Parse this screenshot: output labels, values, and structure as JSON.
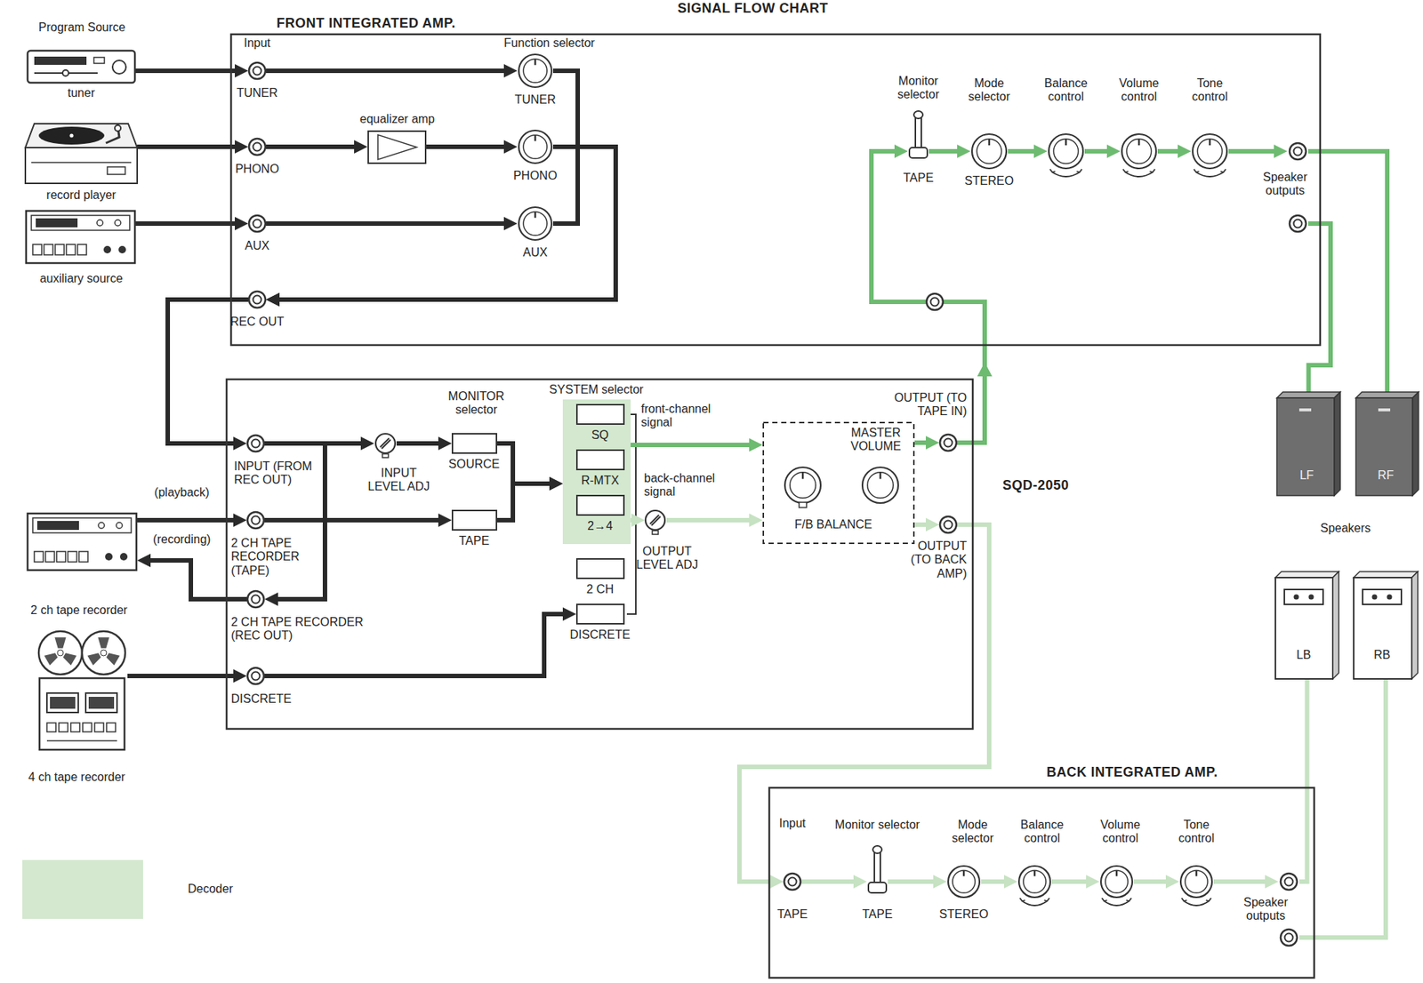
{
  "diagram": {
    "title": "SIGNAL FLOW CHART",
    "nodes": [
      {
        "text": [
          "tuner"
        ]
      },
      {
        "text": [
          "record player"
        ]
      },
      {
        "text": [
          "auxiliary source"
        ]
      },
      {
        "text": [
          "FRONT INTEGRATED AMP."
        ]
      },
      {
        "text": [
          "TUNER"
        ],
        "in": 3
      },
      {
        "text": [
          "PHONO"
        ],
        "in": 3
      },
      {
        "text": [
          "AUX"
        ],
        "in": 3
      },
      {
        "text": [
          "REC OUT"
        ],
        "in": 3
      },
      {
        "text": [
          "equalizer amp"
        ],
        "in": 3
      },
      {
        "text": [
          "TUNER"
        ],
        "in": 3
      },
      {
        "text": [
          "PHONO"
        ],
        "in": 3
      },
      {
        "text": [
          "AUX"
        ],
        "in": 3
      },
      {
        "text": [
          "Monitor selector",
          "TAPE"
        ],
        "in": 3
      },
      {
        "text": [
          "Mode selector",
          "STEREO"
        ],
        "in": 3
      },
      {
        "text": [
          "Balance control"
        ],
        "in": 3
      },
      {
        "text": [
          "Volume control"
        ],
        "in": 3
      },
      {
        "text": [
          "Tone control"
        ],
        "in": 3
      },
      {
        "text": [
          "Speaker outputs"
        ],
        "in": 3
      },
      {
        "text": [
          "SQD-2050"
        ]
      },
      {
        "text": [
          "INPUT (FROM REC OUT)"
        ],
        "in": 18
      },
      {
        "text": [
          "2 CH TAPE RECORDER (TAPE)"
        ],
        "in": 18
      },
      {
        "text": [
          "2 CH TAPE RECORDER (REC OUT)"
        ],
        "in": 18
      },
      {
        "text": [
          "DISCRETE"
        ],
        "in": 18
      },
      {
        "text": [
          "INPUT LEVEL ADJ"
        ],
        "in": 18
      },
      {
        "text": [
          "SOURCE"
        ],
        "in": 18
      },
      {
        "text": [
          "TAPE"
        ],
        "in": 18
      },
      {
        "text": [
          "SYSTEM selector"
        ],
        "in": 18
      },
      {
        "text": [
          "SQ"
        ],
        "in": 26
      },
      {
        "text": [
          "R-MTX"
        ],
        "in": 26
      },
      {
        "text": [
          "2→4"
        ],
        "in": 26
      },
      {
        "text": [
          "2 CH"
        ],
        "in": 18
      },
      {
        "text": [
          "DISCRETE"
        ],
        "in": 18
      },
      {
        "text": [
          "OUTPUT LEVEL ADJ"
        ],
        "in": 18
      },
      {
        "text": [
          "MASTER VOLUME",
          "F/B BALANCE"
        ],
        "in": 18
      },
      {
        "text": [
          "OUTPUT (TO TAPE IN)"
        ],
        "in": 18
      },
      {
        "text": [
          "OUTPUT (TO BACK AMP)"
        ],
        "in": 18
      },
      {
        "text": [
          "2 ch tape recorder"
        ]
      },
      {
        "text": [
          "4 ch tape recorder"
        ]
      },
      {
        "text": [
          "BACK INTEGRATED AMP."
        ]
      },
      {
        "text": [
          "TAPE"
        ],
        "in": 38
      },
      {
        "text": [
          "Monitor selector",
          "TAPE"
        ],
        "in": 38
      },
      {
        "text": [
          "Mode selector",
          "STEREO"
        ],
        "in": 38
      },
      {
        "text": [
          "Balance control"
        ],
        "in": 38
      },
      {
        "text": [
          "Volume control"
        ],
        "in": 38
      },
      {
        "text": [
          "Tone control"
        ],
        "in": 38
      },
      {
        "text": [
          "Speaker outputs"
        ],
        "in": 38
      },
      {
        "text": [
          "LF"
        ]
      },
      {
        "text": [
          "RF"
        ]
      },
      {
        "text": [
          "LB"
        ]
      },
      {
        "text": [
          "RB"
        ]
      }
    ],
    "edges": [
      {
        "from": 0,
        "to": 4,
        "arrow": "to"
      },
      {
        "from": 1,
        "to": 5,
        "arrow": "to"
      },
      {
        "from": 2,
        "to": 6,
        "arrow": "to"
      },
      {
        "from": 4,
        "to": 9,
        "arrow": "to"
      },
      {
        "from": 5,
        "to": 8,
        "arrow": "to"
      },
      {
        "from": 8,
        "to": 10,
        "arrow": "to"
      },
      {
        "from": 6,
        "to": 11,
        "arrow": "to"
      },
      {
        "from": 9,
        "to": 7,
        "arrow": "to"
      },
      {
        "from": 10,
        "to": 7,
        "arrow": "to"
      },
      {
        "from": 11,
        "to": 7,
        "arrow": "to"
      },
      {
        "from": 7,
        "to": 19,
        "arrow": "to"
      },
      {
        "from": 36,
        "to": 20,
        "label": "(playback)",
        "arrow": "to"
      },
      {
        "from": 21,
        "to": 36,
        "label": "(recording)",
        "arrow": "to"
      },
      {
        "from": 37,
        "to": 22,
        "arrow": "to"
      },
      {
        "from": 19,
        "to": 23,
        "arrow": "to"
      },
      {
        "from": 23,
        "to": 24,
        "arrow": "to"
      },
      {
        "from": 19,
        "to": 21,
        "arrow": "to"
      },
      {
        "from": 20,
        "to": 25,
        "arrow": "to"
      },
      {
        "from": 24,
        "to": 26,
        "arrow": "to"
      },
      {
        "from": 25,
        "to": 26,
        "arrow": "to"
      },
      {
        "from": 22,
        "to": 31,
        "arrow": "to"
      },
      {
        "from": 26,
        "to": 33,
        "label": "front-channel signal",
        "arrow": "to"
      },
      {
        "from": 26,
        "to": 32,
        "label": "back-channel signal",
        "arrow": "to"
      },
      {
        "from": 32,
        "to": 33,
        "arrow": "to"
      },
      {
        "from": 33,
        "to": 34,
        "arrow": "to"
      },
      {
        "from": 33,
        "to": 35,
        "arrow": "to"
      },
      {
        "from": 34,
        "to": 12,
        "arrow": "to"
      },
      {
        "from": 12,
        "to": 13,
        "arrow": "to"
      },
      {
        "from": 13,
        "to": 14,
        "arrow": "to"
      },
      {
        "from": 14,
        "to": 15,
        "arrow": "to"
      },
      {
        "from": 15,
        "to": 16,
        "arrow": "to"
      },
      {
        "from": 16,
        "to": 17,
        "arrow": "to"
      },
      {
        "from": 17,
        "to": 46,
        "arrow": "none"
      },
      {
        "from": 17,
        "to": 47,
        "arrow": "none"
      },
      {
        "from": 35,
        "to": 39,
        "arrow": "to"
      },
      {
        "from": 39,
        "to": 40,
        "arrow": "to"
      },
      {
        "from": 40,
        "to": 41,
        "arrow": "to"
      },
      {
        "from": 41,
        "to": 42,
        "arrow": "to"
      },
      {
        "from": 42,
        "to": 43,
        "arrow": "to"
      },
      {
        "from": 43,
        "to": 44,
        "arrow": "to"
      },
      {
        "from": 44,
        "to": 45,
        "arrow": "to"
      },
      {
        "from": 45,
        "to": 48,
        "arrow": "none"
      },
      {
        "from": 45,
        "to": 49,
        "arrow": "none"
      }
    ],
    "labels": [
      "Program Source",
      "Input",
      "Function selector",
      "MONITOR selector",
      "Speakers",
      "Input"
    ],
    "legend": [
      {
        "text": "Decoder",
        "color": "#d3e8cf"
      }
    ]
  }
}
